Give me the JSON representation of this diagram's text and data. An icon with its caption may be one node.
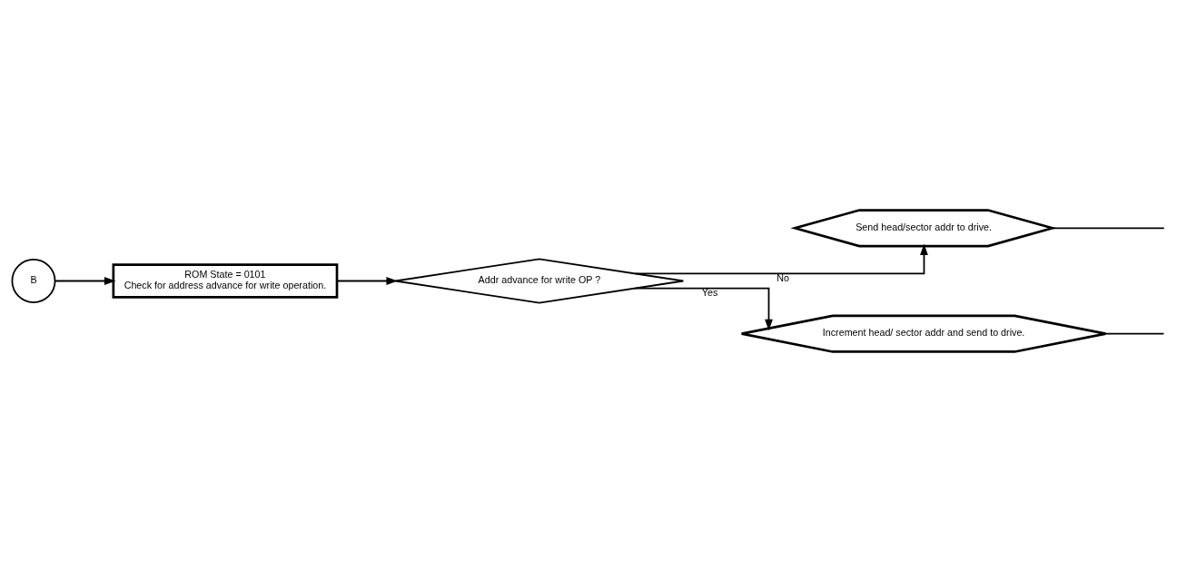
{
  "diagram": {
    "nodes": [
      {
        "text": [
          "B"
        ]
      },
      {
        "text": [
          "ROM State = 0101",
          "Check for address advance for write operation."
        ]
      },
      {
        "text": [
          "Addr advance for write OP ?"
        ]
      },
      {
        "text": [
          "Send head/sector addr to drive."
        ]
      },
      {
        "text": [
          "Increment head/ sector addr and send to drive."
        ]
      }
    ],
    "edges": [
      {
        "from": 0,
        "to": 1,
        "arrow": "to"
      },
      {
        "from": 1,
        "to": 2,
        "arrow": "to"
      },
      {
        "from": 2,
        "to": 3,
        "arrow": "to",
        "label": "No"
      },
      {
        "from": 2,
        "to": 4,
        "arrow": "to",
        "label": "Yes"
      },
      {
        "from": 3,
        "to": null,
        "arrow": "none"
      },
      {
        "from": 4,
        "to": null,
        "arrow": "none"
      }
    ]
  }
}
